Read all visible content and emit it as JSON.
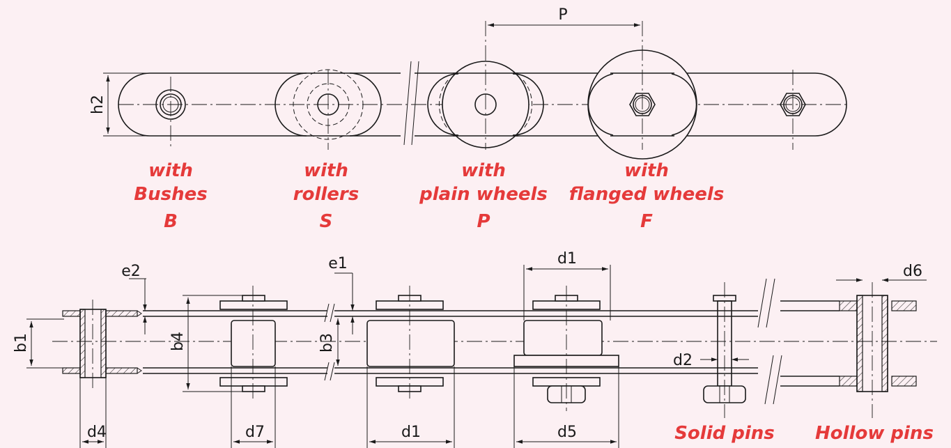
{
  "dimensions": {
    "p": "P",
    "h2": "h2",
    "e2": "e2",
    "e1": "e1",
    "d1_top": "d1",
    "b1": "b1",
    "b4": "b4",
    "b3": "b3",
    "d2": "d2",
    "d6": "d6",
    "d4": "d4",
    "d7": "d7",
    "d1_bottom": "d1",
    "d5": "d5"
  },
  "types": [
    {
      "line1": "with",
      "line2": "Bushes",
      "code": "B"
    },
    {
      "line1": "with",
      "line2": "rollers",
      "code": "S"
    },
    {
      "line1": "with",
      "line2": "plain wheels",
      "code": "P"
    },
    {
      "line1": "with",
      "line2": "flanged wheels",
      "code": "F"
    }
  ],
  "pins": {
    "solid": "Solid pins",
    "hollow": "Hollow pins"
  },
  "colors": {
    "background": "#fcf0f3",
    "accent": "#e53a3a",
    "line": "#1a1a1a"
  }
}
